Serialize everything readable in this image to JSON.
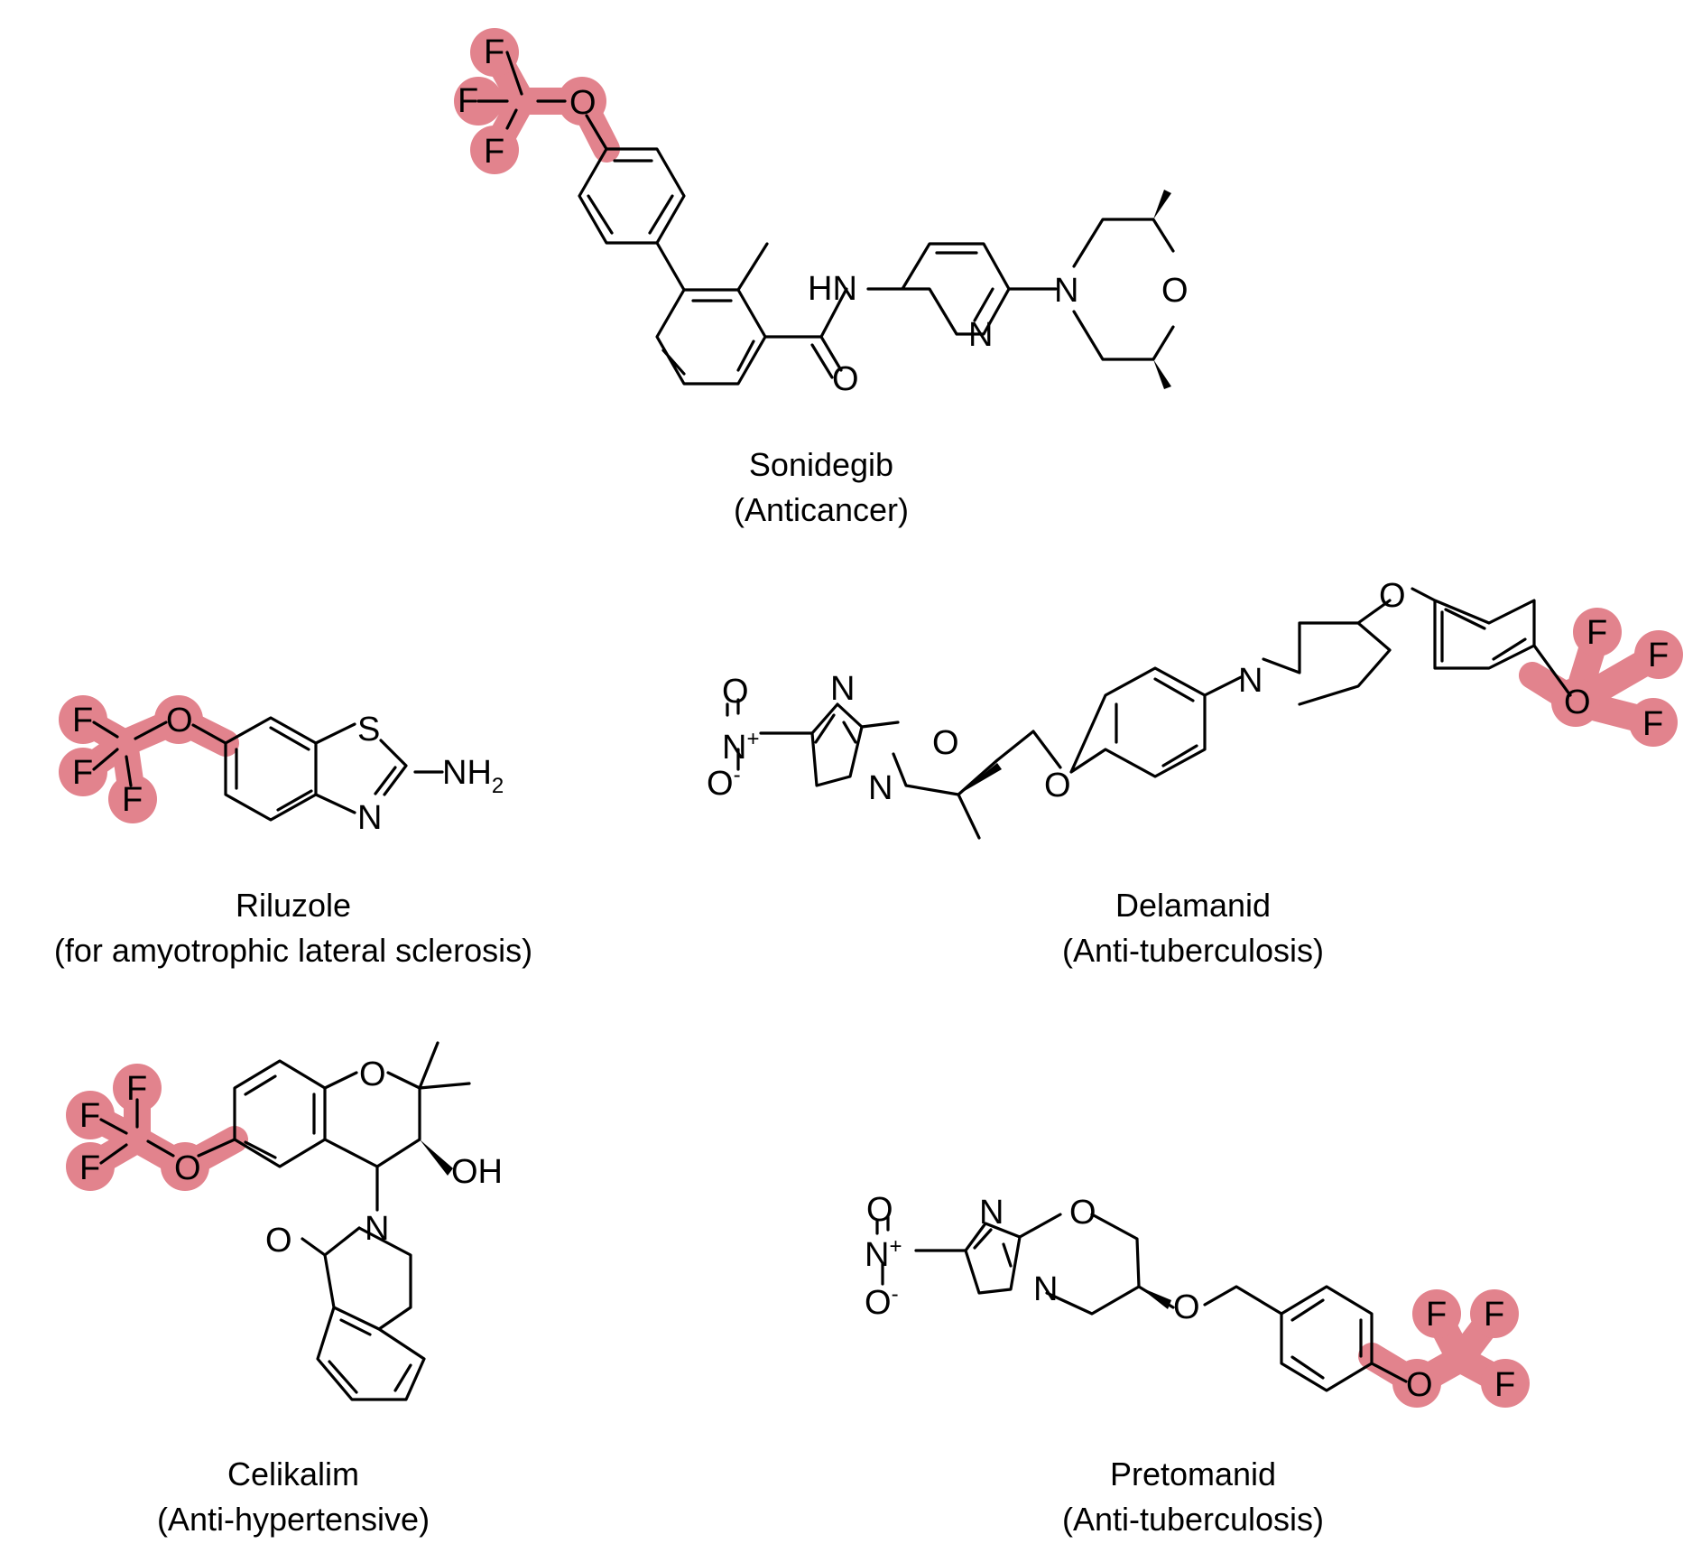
{
  "highlight_color": "#e2838d",
  "molecules": {
    "sonidegib": {
      "name": "Sonidegib",
      "use": "(Anticancer)"
    },
    "riluzole": {
      "name": "Riluzole",
      "use": "(for amyotrophic lateral sclerosis)"
    },
    "delamanid": {
      "name": "Delamanid",
      "use": "(Anti-tuberculosis)"
    },
    "celikalim": {
      "name": "Celikalim",
      "use": "(Anti-hypertensive)"
    },
    "pretomanid": {
      "name": "Pretomanid",
      "use": "(Anti-tuberculosis)"
    }
  },
  "atoms": {
    "F": "F",
    "O": "O",
    "N": "N",
    "S": "S",
    "HN": "HN",
    "NH": "NH",
    "sub2": "2",
    "OH": "OH",
    "N_plus": "N",
    "plus": "+",
    "O_minus": "O",
    "minus": "-"
  }
}
